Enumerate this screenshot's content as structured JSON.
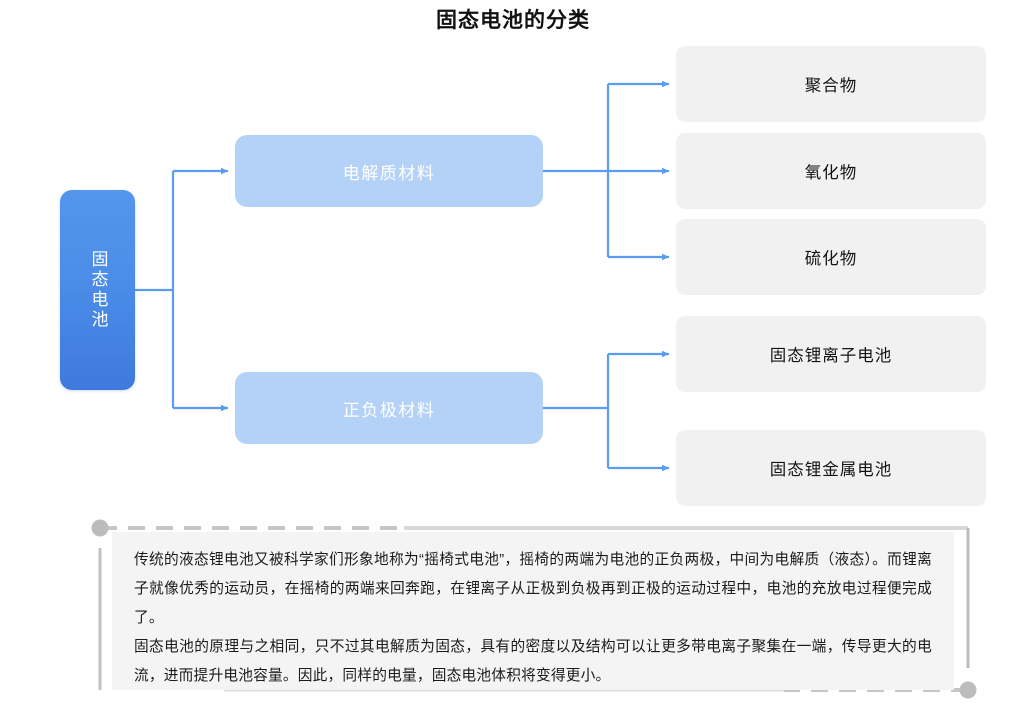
{
  "title": "固态电池的分类",
  "colors": {
    "root_fill": "#4a8ce8",
    "level2_fill": "#b4d2f7",
    "level3_fill": "#f1f1f1",
    "connector": "#5b9bf0",
    "note_bg": "#f4f4f4",
    "note_border": "#b9b9b9",
    "title_text": "#111111"
  },
  "root": {
    "label": "固态电池"
  },
  "level2": [
    {
      "label": "电解质材料"
    },
    {
      "label": "正负极材料"
    }
  ],
  "level3": [
    {
      "label": "聚合物",
      "parent": "电解质材料"
    },
    {
      "label": "氧化物",
      "parent": "电解质材料"
    },
    {
      "label": "硫化物",
      "parent": "电解质材料"
    },
    {
      "label": "固态锂离子电池",
      "parent": "正负极材料"
    },
    {
      "label": "固态锂金属电池",
      "parent": "正负极材料"
    }
  ],
  "note": {
    "paragraph1": "传统的液态锂电池又被科学家们形象地称为“摇椅式电池”，摇椅的两端为电池的正负两极，中间为电解质（液态）。而锂离子就像优秀的运动员，在摇椅的两端来回奔跑，在锂离子从正极到负极再到正极的运动过程中，电池的充放电过程便完成了。",
    "paragraph2": "固态电池的原理与之相同，只不过其电解质为固态，具有的密度以及结构可以让更多带电离子聚集在一端，传导更大的电流，进而提升电池容量。因此，同样的电量，固态电池体积将变得更小。"
  }
}
